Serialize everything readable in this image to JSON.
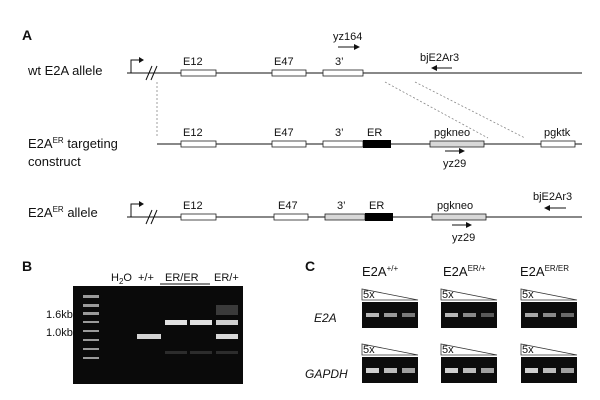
{
  "panels": {
    "a": "A",
    "b": "B",
    "c": "C"
  },
  "panel_a": {
    "wt_label": "wt E2A allele",
    "construct_label_1_base": "E2A",
    "construct_label_1_sup": "ER",
    "construct_label_1_rest": " targeting",
    "construct_label_2": "construct",
    "er_allele_base": "E2A",
    "er_allele_sup": "ER",
    "er_allele_rest": " allele",
    "exons": {
      "e12": "E12",
      "e47": "E47",
      "three": "3’",
      "er": "ER",
      "pgkneo": "pgkneo",
      "pgktk": "pgktk"
    },
    "primers": {
      "yz164": "yz164",
      "bjE2Ar3": "bjE2Ar3",
      "yz29": "yz29"
    }
  },
  "panel_b": {
    "size_1": "1.6kb",
    "size_2": "1.0kb",
    "lane_h2o_base": "H",
    "lane_h2o_sub": "2",
    "lane_h2o_rest": "O",
    "lane_wt": "+/+",
    "lane_erer": "ER/ER",
    "lane_erplus": "ER/+",
    "gel_color": "#0a0a0a"
  },
  "panel_c": {
    "col1_base": "E2A",
    "col1_sup": "+/+",
    "col2_base": "E2A",
    "col2_sup": "ER/+",
    "col3_base": "E2A",
    "col3_sup": "ER/ER",
    "row1": "E2A",
    "row2": "GAPDH",
    "dilution": "5x"
  }
}
